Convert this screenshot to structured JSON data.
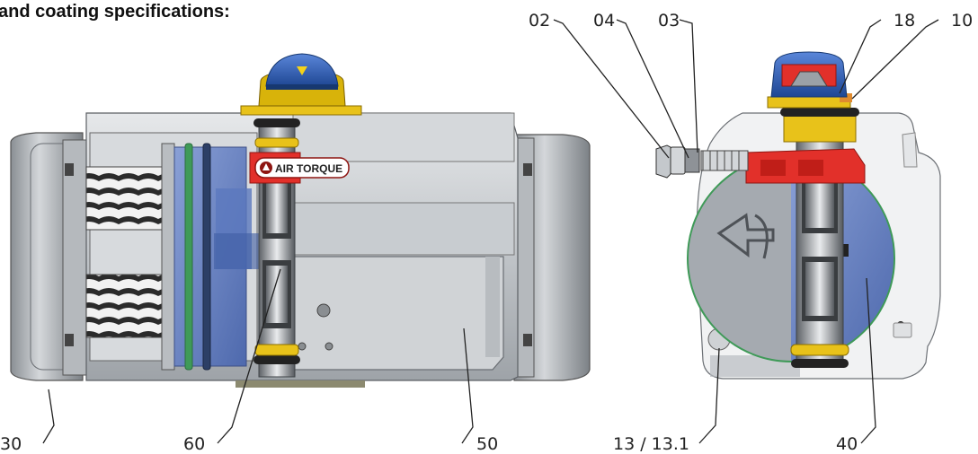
{
  "heading": "and coating specifications:",
  "brand_label": "AIR TORQUE",
  "callouts": {
    "c02": "02",
    "c04": "04",
    "c03": "03",
    "c18": "18",
    "c10": "10",
    "c30": "30",
    "c60": "60",
    "c50": "50",
    "c13": "13 / 13.1",
    "c40": "40"
  },
  "colors": {
    "housing": "#c9cdd1",
    "piston": "#6c86c8",
    "indicator": "#2f5db8",
    "pinion_band": "#e8c21a",
    "cam": "#e2302a",
    "seal_green": "#3f9a58"
  }
}
